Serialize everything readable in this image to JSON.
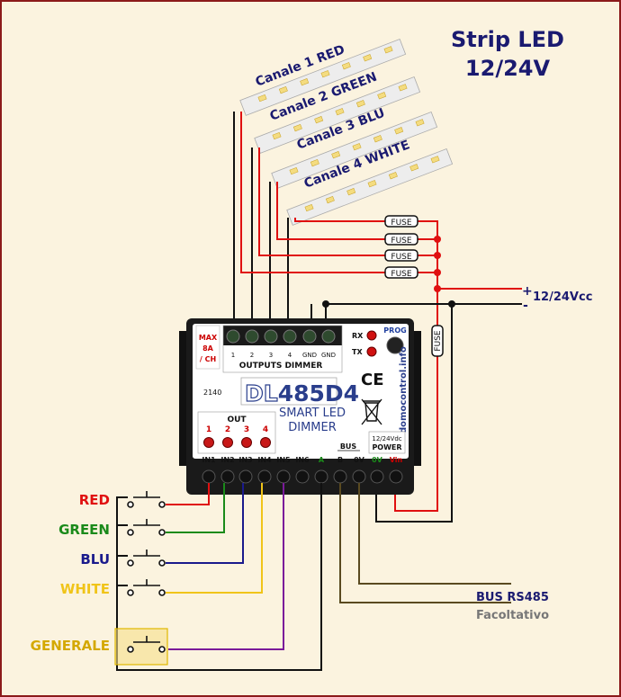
{
  "title": {
    "line1": "Strip LED",
    "line2": "12/24V"
  },
  "strips": [
    {
      "label": "Canale 1 RED"
    },
    {
      "label": "Canale 2 GREEN"
    },
    {
      "label": "Canale 3 BLU"
    },
    {
      "label": "Canale 4 WHITE"
    }
  ],
  "fuse_label": "FUSE",
  "power": {
    "plus": "+",
    "minus": "-",
    "voltage": "12/24Vcc"
  },
  "device": {
    "max_line1": "MAX",
    "max_line2": "8A",
    "max_line3": "/ CH",
    "output_terminals": [
      "1",
      "2",
      "3",
      "4",
      "GND",
      "GND"
    ],
    "outputs_label": "OUTPUTS DIMMER",
    "rx": "RX",
    "tx": "TX",
    "prog": "PROG",
    "model_dl": "DL",
    "model_num": "485D4",
    "ce": "CE",
    "subtitle1": "SMART LED",
    "subtitle2": "DIMMER",
    "code": "2140",
    "out_title": "OUT",
    "out_numbers": [
      "1",
      "2",
      "3",
      "4"
    ],
    "website": "domocontrol.info",
    "bus_label": "BUS",
    "power_voltage": "12/24Vdc",
    "power_label": "POWER",
    "input_terminals": [
      "IN1",
      "IN2",
      "IN3",
      "IN4",
      "IN5",
      "IN6",
      "A",
      "B",
      "0V",
      "0V",
      "Vin"
    ]
  },
  "buttons": [
    {
      "label": "RED",
      "color": "#e01010"
    },
    {
      "label": "GREEN",
      "color": "#1a8a1a"
    },
    {
      "label": "BLU",
      "color": "#1a1a8c"
    },
    {
      "label": "WHITE",
      "color": "#f0c419"
    },
    {
      "label": "GENERALE",
      "color": "#d4a800"
    }
  ],
  "bus": {
    "label": "BUS RS485",
    "note": "Facoltativo"
  },
  "colors": {
    "red": "#e01010",
    "green": "#1a8a1a",
    "blue": "#1a1a8c",
    "yellow": "#f0c419",
    "purple": "#7a1a9a",
    "brown": "#5a4a20",
    "navy": "#1a1a70"
  }
}
